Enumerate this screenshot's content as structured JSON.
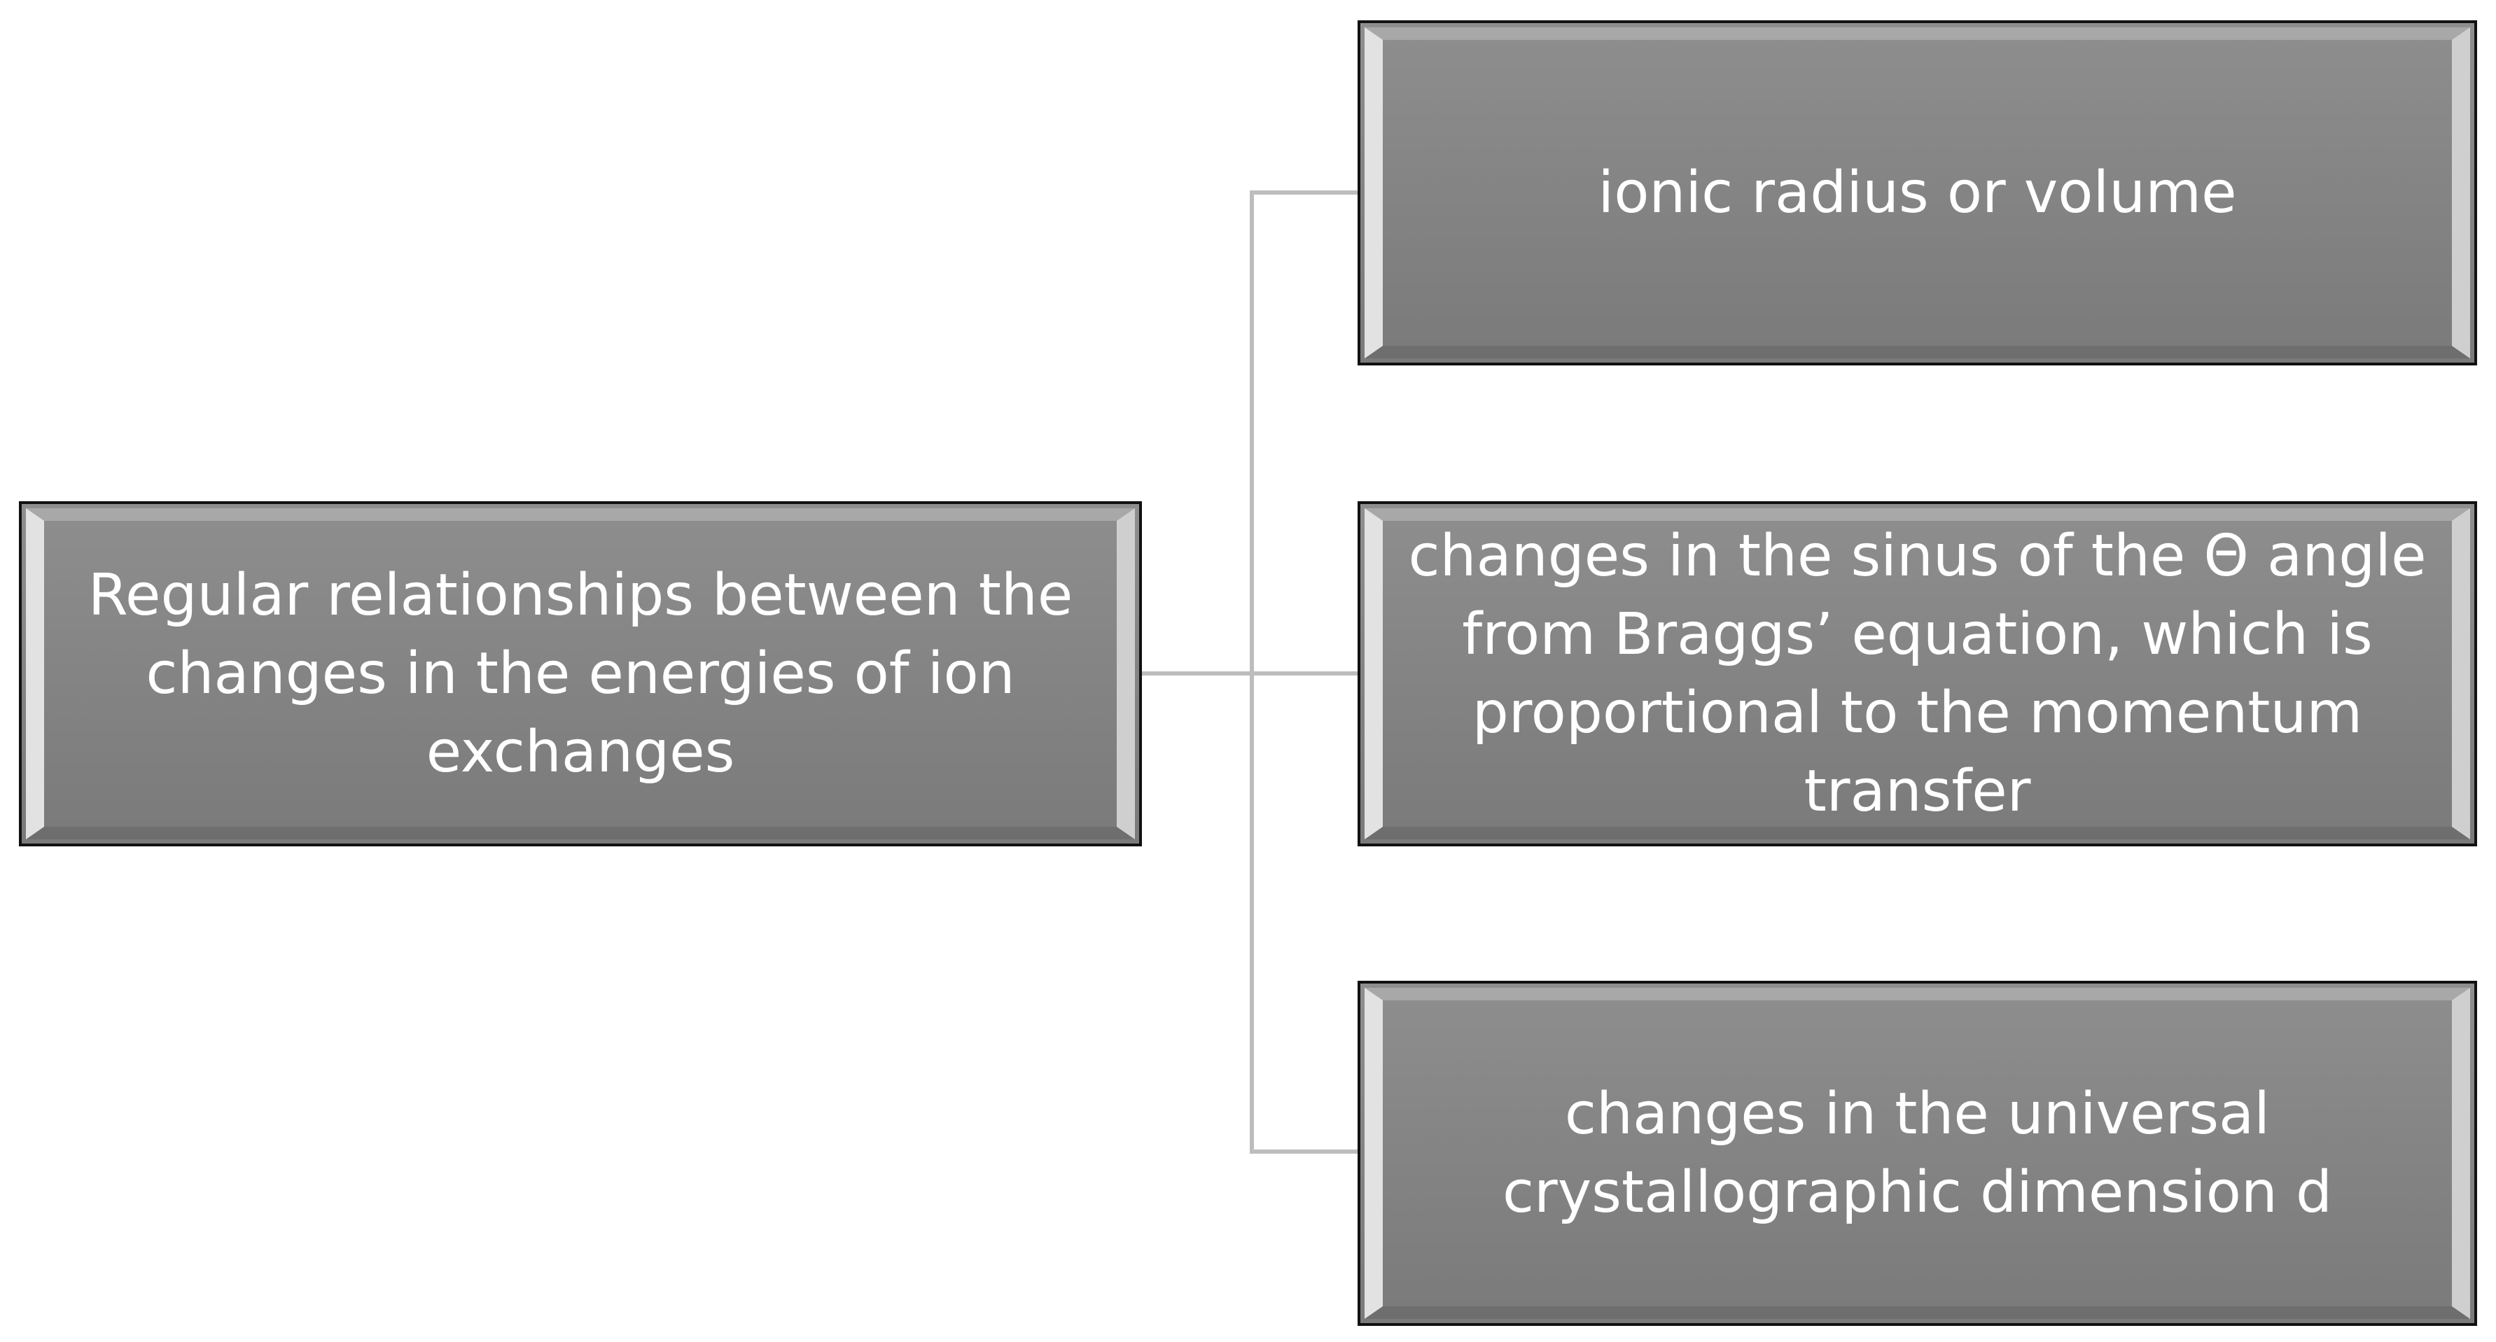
{
  "diagram": {
    "root": {
      "label": "Regular relationships between the changes in the energies of ion exchanges"
    },
    "children": [
      {
        "label": "ionic radius or volume"
      },
      {
        "label": "changes in the sinus of the Θ angle from Braggs’ equation, which is proportional to the  momentum transfer"
      },
      {
        "label": "changes in the universal crystallographic dimension d"
      }
    ]
  },
  "colors": {
    "box_fill": "#848484",
    "box_border": "#111111",
    "connector": "#bdbdbd",
    "text": "#ffffff"
  }
}
